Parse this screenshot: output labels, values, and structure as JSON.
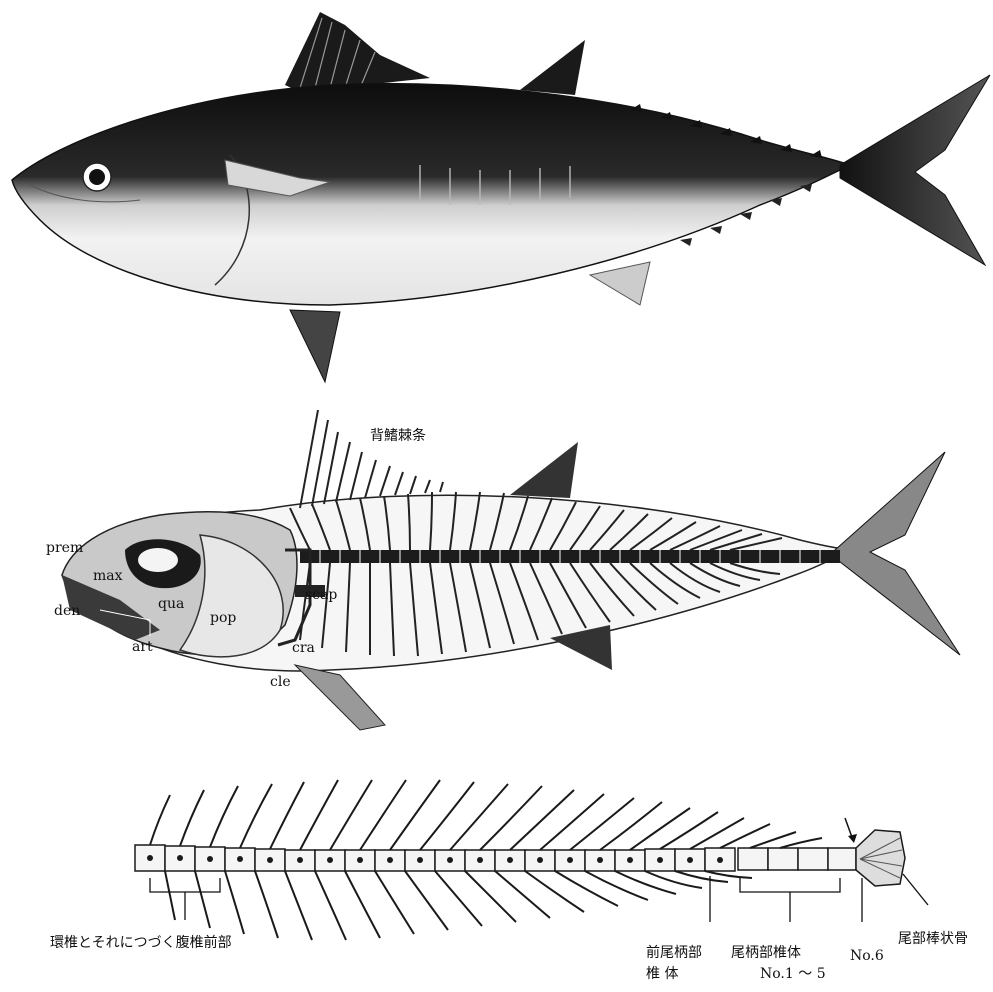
{
  "skeleton": {
    "labels": {
      "dorsal_spines": "背鰭棘条",
      "prem": "prem",
      "max": "max",
      "den": "den",
      "qua": "qua",
      "art": "art",
      "pop": "pop",
      "scap": "scap",
      "cra": "cra",
      "cle": "cle"
    }
  },
  "spine": {
    "labels": {
      "atlas_front": "環椎とそれにつづく腹椎前部",
      "pre_caudal_line1": "前尾柄部",
      "pre_caudal_line2": "椎 体",
      "caudal_line1": "尾柄部椎体",
      "caudal_line2": "No.1 ～ 5",
      "no6": "No.6",
      "urostyle": "尾部棒状骨"
    }
  },
  "colors": {
    "ink": "#1a1a1a",
    "dark_back": "#141414",
    "belly": "#f3f3f3",
    "mid_grey": "#8a8a8a"
  }
}
